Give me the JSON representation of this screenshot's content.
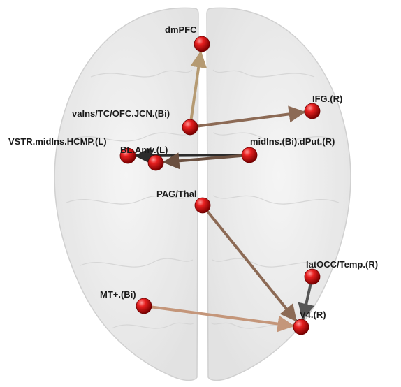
{
  "nodes": [
    {
      "id": "dmPFC",
      "label": "dmPFC"
    },
    {
      "id": "IFG_R",
      "label": "IFG.(R)"
    },
    {
      "id": "vaIns",
      "label": "vaIns/TC/OFC.JCN.(Bi)"
    },
    {
      "id": "VSTR",
      "label": "VSTR.midIns.HCMP.(L)"
    },
    {
      "id": "BLAmy",
      "label": "BL.Amy.(L)"
    },
    {
      "id": "midIns",
      "label": "midIns.(Bi).dPut.(R)"
    },
    {
      "id": "PAG",
      "label": "PAG/Thal"
    },
    {
      "id": "latOCC",
      "label": "latOCC/Temp.(R)"
    },
    {
      "id": "MT",
      "label": "MT+.(Bi)"
    },
    {
      "id": "V4",
      "label": "V4.(R)"
    }
  ],
  "connections": [
    {
      "from": "vaIns",
      "to": "dmPFC",
      "color": "#b59a72"
    },
    {
      "from": "vaIns",
      "to": "IFG_R",
      "color": "#8c6a55"
    },
    {
      "from": "midIns",
      "to": "VSTR",
      "color": "#2b2b2b"
    },
    {
      "from": "midIns",
      "to": "BLAmy",
      "color": "#6b5040"
    },
    {
      "from": "PAG",
      "to": "V4",
      "color": "#8c6a55"
    },
    {
      "from": "latOCC",
      "to": "V4",
      "color": "#555555"
    },
    {
      "from": "MT",
      "to": "V4",
      "color": "#c4967a"
    }
  ],
  "colors": {
    "node": "#e01010",
    "node_highlight": "#ff8080",
    "brain_outline": "#c8c8c8"
  }
}
